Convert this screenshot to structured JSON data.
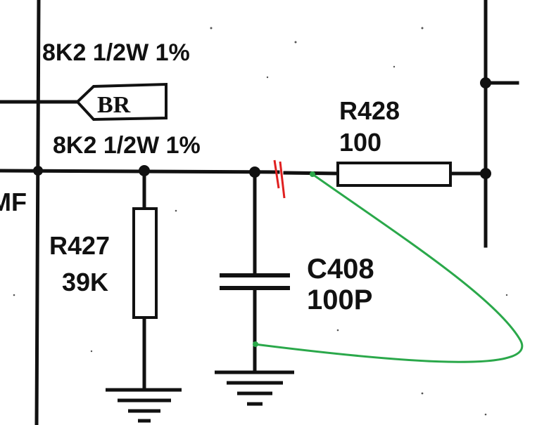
{
  "labels": {
    "top_resistor": "8K2 1/2W 1%",
    "mid_resistor": "8K2 1/2W 1%",
    "br_tag": "BR",
    "r428_ref": "R428",
    "r428_val": "100",
    "r427_ref": "R427",
    "r427_val": "39K",
    "c408_ref": "C408",
    "c408_val": "100P",
    "left_net_fragment": "MF"
  },
  "colors": {
    "ink": "#111111",
    "cut_mark": "#e02020",
    "jumper_wire": "#2aa84a"
  }
}
